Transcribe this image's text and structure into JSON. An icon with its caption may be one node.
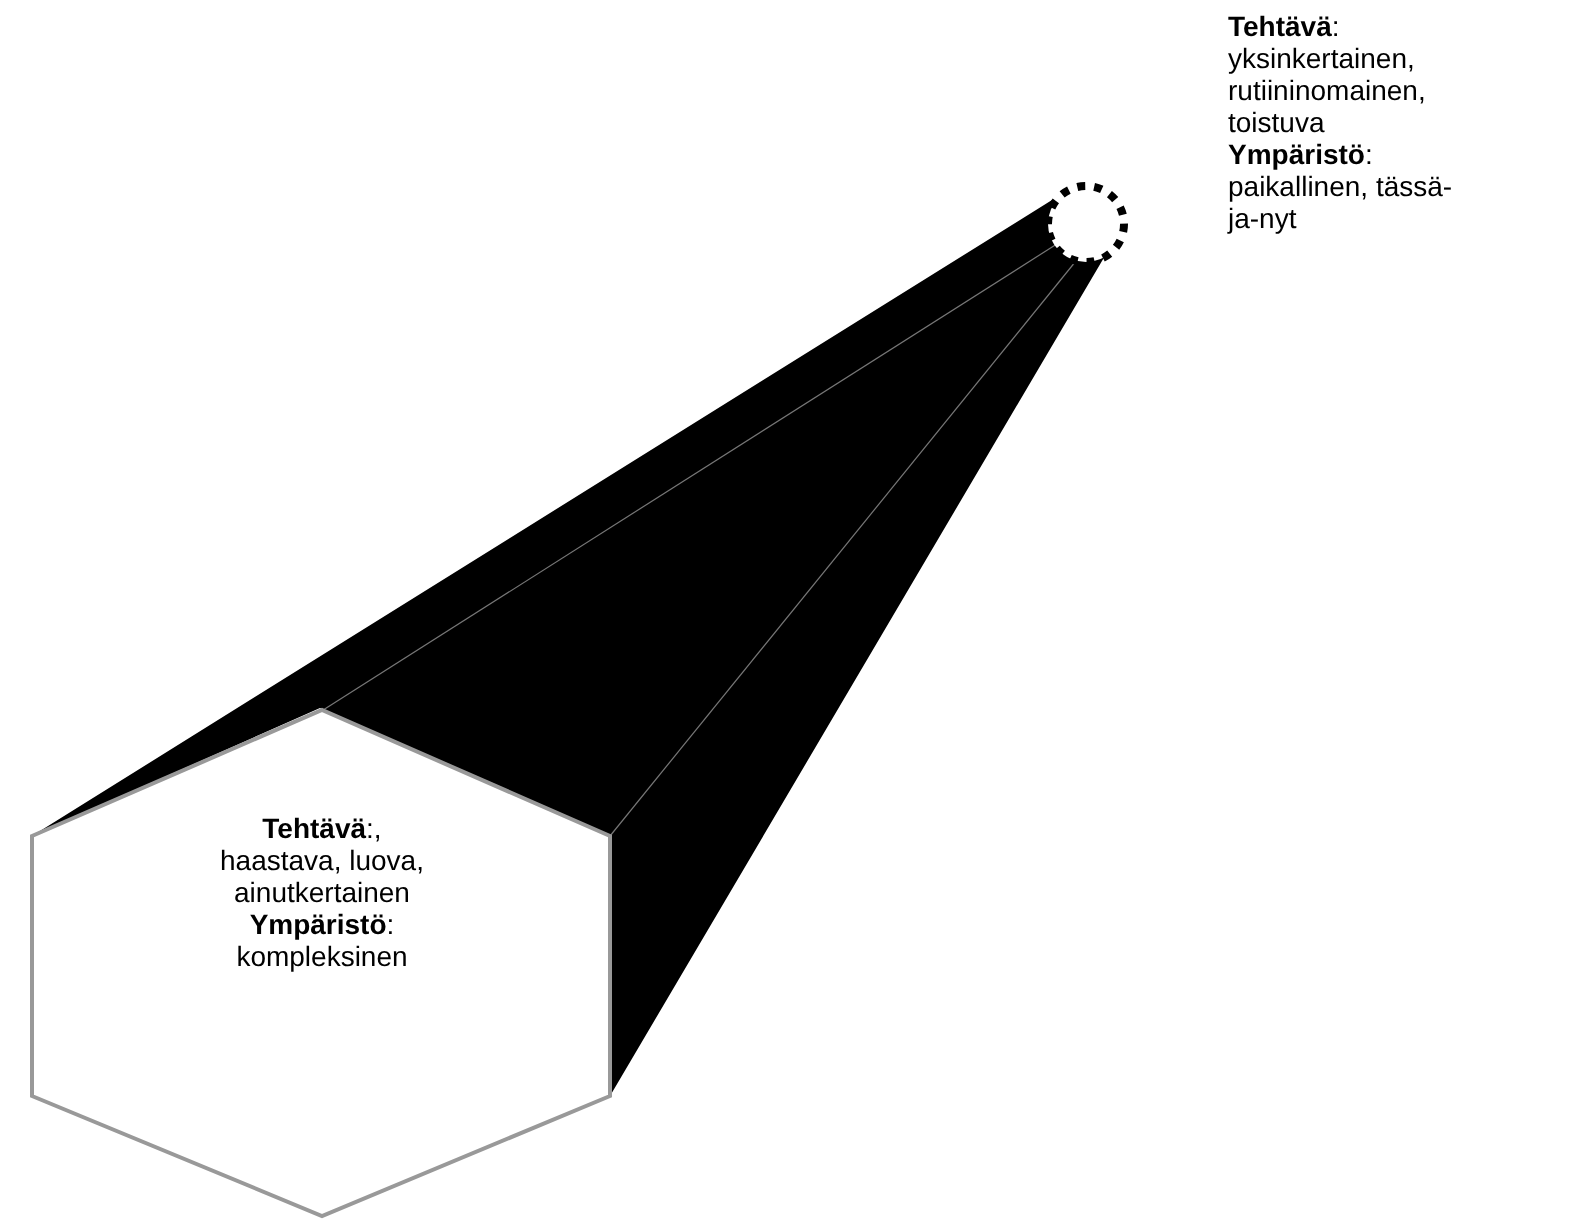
{
  "diagram": {
    "nodes": [
      {
        "text": [
          "**Tehtävä**:, haastava, luova, ainutkertainen",
          "**Ympäristö**: kompleksinen"
        ]
      },
      {
        "text": [],
        "shape": "circle",
        "beside": [
          "**Tehtävä**: yksinkertainen, rutiininomainen, toistuva",
          "**Ympäristö**: paikallinen, tässä-ja-nyt"
        ]
      }
    ]
  }
}
